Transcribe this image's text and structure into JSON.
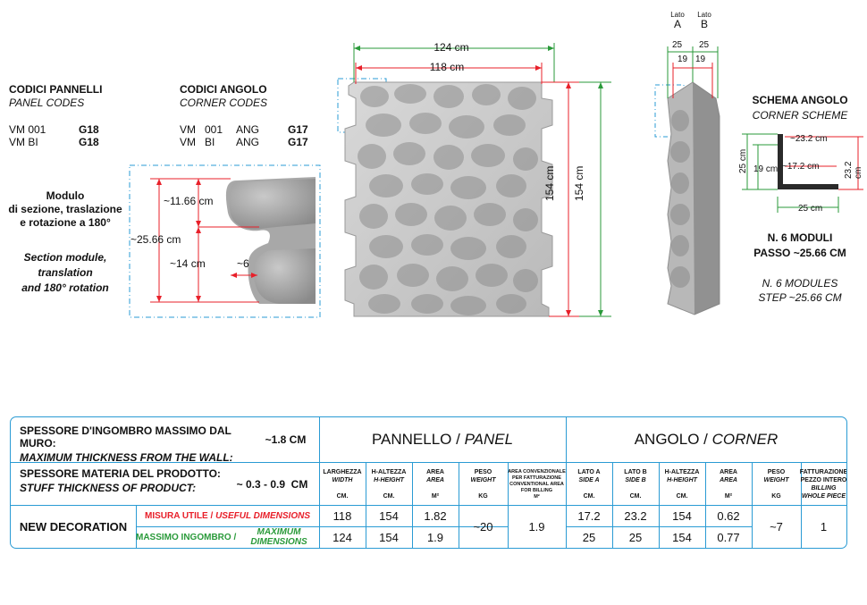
{
  "panel_codes": {
    "title": "CODICI PANNELLI",
    "subtitle": "PANEL CODES",
    "rows": [
      {
        "code": "VM 001",
        "group": "G18"
      },
      {
        "code": "VM BI",
        "group": "G18"
      }
    ]
  },
  "corner_codes": {
    "title": "CODICI ANGOLO",
    "subtitle": "CORNER CODES",
    "rows": [
      {
        "code": "VM   001",
        "ang": "ANG",
        "group": "G17"
      },
      {
        "code": "VM   BI",
        "ang": "ANG",
        "group": "G17"
      }
    ]
  },
  "module_text": {
    "it_lines": [
      "Modulo",
      "di sezione, traslazione",
      "e rotazione a 180°"
    ],
    "en_lines": [
      "Section module,",
      "translation",
      "and 180° rotation"
    ]
  },
  "detail_dims": {
    "top": "~11.66 cm",
    "total": "~25.66 cm",
    "bottom": "~14 cm",
    "depth": "~6"
  },
  "panel_dims": {
    "width_max": "124 cm",
    "width_useful": "118 cm",
    "height_useful": "154 cm",
    "height_max": "154 cm"
  },
  "corner_view": {
    "side_a_label_1": "Lato",
    "side_a_label_2": "A",
    "side_b_label_1": "Lato",
    "side_b_label_2": "B",
    "dim_a_max": "25",
    "dim_b_max": "25",
    "dim_a_useful": "19",
    "dim_b_useful": "19"
  },
  "corner_scheme": {
    "title": "SCHEMA ANGOLO",
    "subtitle": "CORNER SCHEME",
    "d_23_2_top": "~23.2 cm",
    "d_17_2": "~17.2 cm",
    "d_19": "19 cm",
    "d_25_left": "25 cm",
    "d_23_2_right": "23.2 cm",
    "d_25_bottom": "25 cm",
    "modules_it_1": "N. 6 MODULI",
    "modules_it_2": "PASSO ~25.66 CM",
    "modules_en_1": "N. 6 MODULES",
    "modules_en_2": "STEP ~25.66 CM"
  },
  "table": {
    "thickness_max_it": "SPESSORE D'INGOMBRO MASSIMO DAL MURO:",
    "thickness_max_en": "MAXIMUM THICKNESS FROM THE WALL:",
    "thickness_max_val": "~1.8 CM",
    "thickness_mat_it": "SPESSORE MATERIA DEL PRODOTTO:",
    "thickness_mat_en": "STUFF THICKNESS OF PRODUCT:",
    "thickness_mat_val": "~ 0.3 - 0.9  CM",
    "panel_header_it": "PANNELLO / ",
    "panel_header_en": "PANEL",
    "corner_header_it": "ANGOLO / ",
    "corner_header_en": "CORNER",
    "columns": [
      {
        "it": "LARGHEZZA",
        "en": "WIDTH",
        "unit": "CM."
      },
      {
        "it": "H-ALTEZZA",
        "en": "H-HEIGHT",
        "unit": "CM."
      },
      {
        "it": "AREA",
        "en": "AREA",
        "unit": "M²"
      },
      {
        "it": "PESO",
        "en": "WEIGHT",
        "unit": "KG"
      },
      {
        "it": "AREA CONVENZIONALE PER FATTURAZIONE",
        "en": "CONVENTIONAL AREA FOR BILLING",
        "unit": "M²"
      },
      {
        "it": "LATO A",
        "en": "SIDE A",
        "unit": "CM."
      },
      {
        "it": "LATO B",
        "en": "SIDE B",
        "unit": "CM."
      },
      {
        "it": "H-ALTEZZA",
        "en": "H-HEIGHT",
        "unit": "CM."
      },
      {
        "it": "AREA",
        "en": "AREA",
        "unit": "M²"
      },
      {
        "it": "PESO",
        "en": "WEIGHT",
        "unit": "KG"
      },
      {
        "it": "FATTURAZIONE PEZZO INTERO",
        "en": "BILLING WHOLE PIECE",
        "unit": ""
      }
    ],
    "row_label": "NEW DECORATION",
    "useful_it": "MISURA UTILE / ",
    "useful_en": "USEFUL DIMENSIONS",
    "max_it": "MASSIMO INGOMBRO / ",
    "max_en": "MAXIMUM DIMENSIONS",
    "useful_values": [
      "118",
      "154",
      "1.82",
      "17.2",
      "23.2",
      "154",
      "0.62"
    ],
    "max_values": [
      "124",
      "154",
      "1.9",
      "25",
      "25",
      "154",
      "0.77"
    ],
    "panel_weight": "~20",
    "panel_billing_area": "1.9",
    "corner_weight": "~7",
    "corner_billing": "1"
  },
  "colors": {
    "accent_blue": "#2a9bd4",
    "dim_red": "#e8202a",
    "dim_green": "#2a9a3a"
  }
}
